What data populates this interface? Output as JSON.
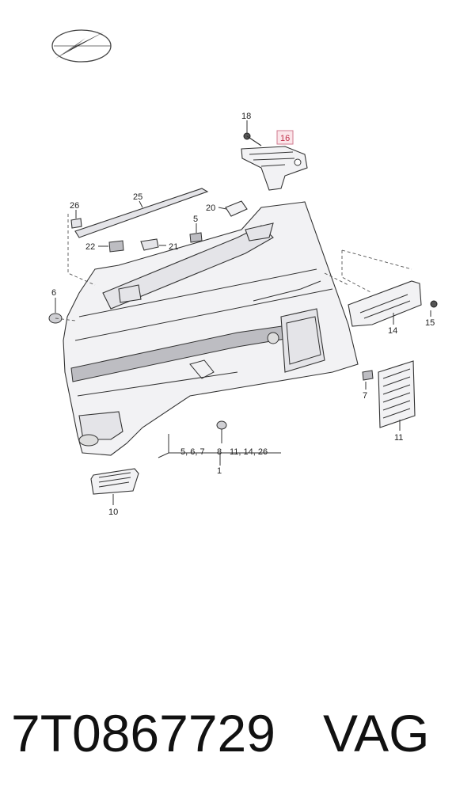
{
  "logo": {
    "icon": "compass-logo-icon"
  },
  "callouts": {
    "c1": "1",
    "c5": "5",
    "c6": "6",
    "c7": "7",
    "c8": "8",
    "c10": "10",
    "c11": "11",
    "c14": "14",
    "c15": "15",
    "c16": "16",
    "c18": "18",
    "c20": "20",
    "c21": "21",
    "c22": "22",
    "c25": "25",
    "c26": "26",
    "group_left": "5, 6, 7",
    "group_mid": "8",
    "group_right": "11, 14, 26"
  },
  "highlight_color": "#e8a0b0",
  "footer": {
    "part_number": "7T0867729",
    "brand": "VAG"
  }
}
